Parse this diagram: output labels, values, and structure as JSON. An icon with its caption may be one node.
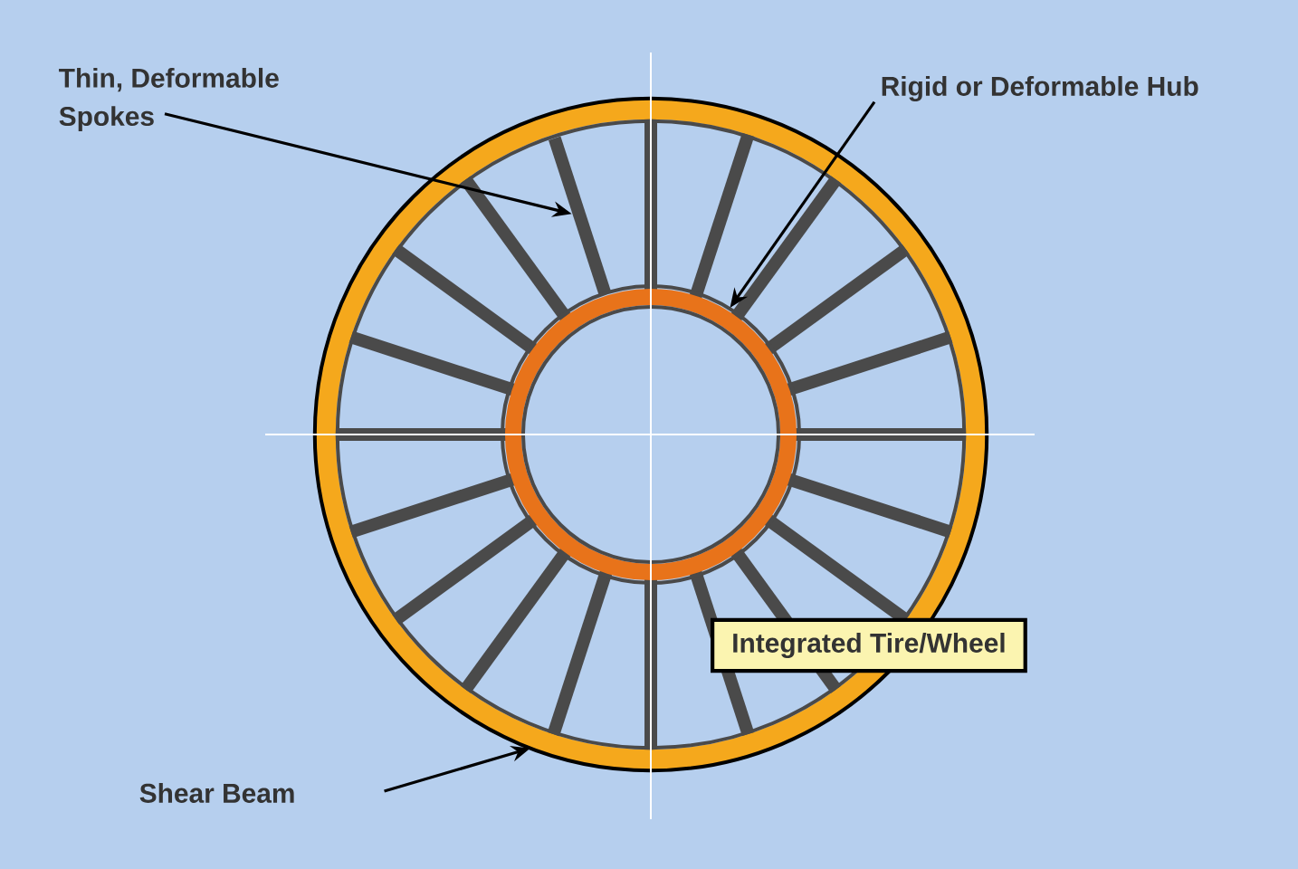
{
  "diagram": {
    "nodes": [
      {
        "text": [
          "Thin, Deformable Spokes"
        ]
      },
      {
        "text": [
          "Rigid or Deformable Hub"
        ]
      },
      {
        "text": [
          "Shear Beam"
        ]
      },
      {
        "text": [],
        "shape": "circle"
      },
      {
        "text": [],
        "shape": "bar",
        "in": 3
      },
      {
        "text": [],
        "shape": "circle",
        "in": 3
      },
      {
        "text": [
          "Integrated Tire/Wheel"
        ]
      }
    ],
    "edges": [
      {
        "from": 0,
        "to": 4,
        "arrow": "to"
      },
      {
        "from": 1,
        "to": 5,
        "arrow": "to"
      },
      {
        "from": 2,
        "to": 3,
        "arrow": "to"
      }
    ]
  }
}
